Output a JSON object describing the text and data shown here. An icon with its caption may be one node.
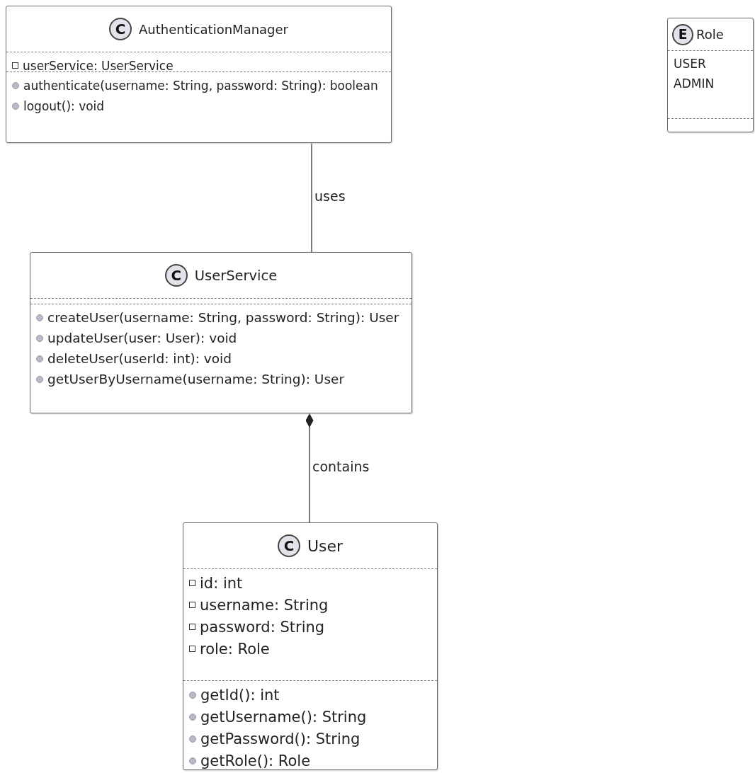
{
  "diagram": {
    "nodes": [
      {
        "text": [
          "C",
          "AuthenticationManager"
        ]
      },
      {
        "text": [
          "userService: UserService"
        ],
        "in": 0
      },
      {
        "text": [
          "authenticate(username: String, password: String): boolean",
          "logout(): void"
        ],
        "in": 0
      },
      {
        "text": [
          "E",
          "Role"
        ]
      },
      {
        "text": [
          "USER",
          "ADMIN"
        ],
        "in": 3
      },
      {
        "text": [],
        "shape": "box",
        "in": 3
      },
      {
        "text": [
          "C",
          "UserService"
        ]
      },
      {
        "text": [],
        "shape": "box",
        "in": 6
      },
      {
        "text": [
          "createUser(username: String, password: String): User",
          "updateUser(user: User): void",
          "deleteUser(userId: int): void",
          "getUserByUsername(username: String): User"
        ],
        "in": 6
      },
      {
        "text": [
          "C",
          "User"
        ]
      },
      {
        "text": [
          "id: int",
          "username: String",
          "password: String",
          "role: Role"
        ],
        "in": 9
      },
      {
        "text": [
          "getId(): int",
          "getUsername(): String",
          "getPassword(): String",
          "getRole(): Role"
        ],
        "in": 9
      }
    ],
    "edges": [
      {
        "from": 0,
        "to": 6,
        "arrow": "none",
        "label": "uses"
      },
      {
        "from": 6,
        "to": 9,
        "arrow": "other",
        "label": "contains"
      }
    ]
  }
}
